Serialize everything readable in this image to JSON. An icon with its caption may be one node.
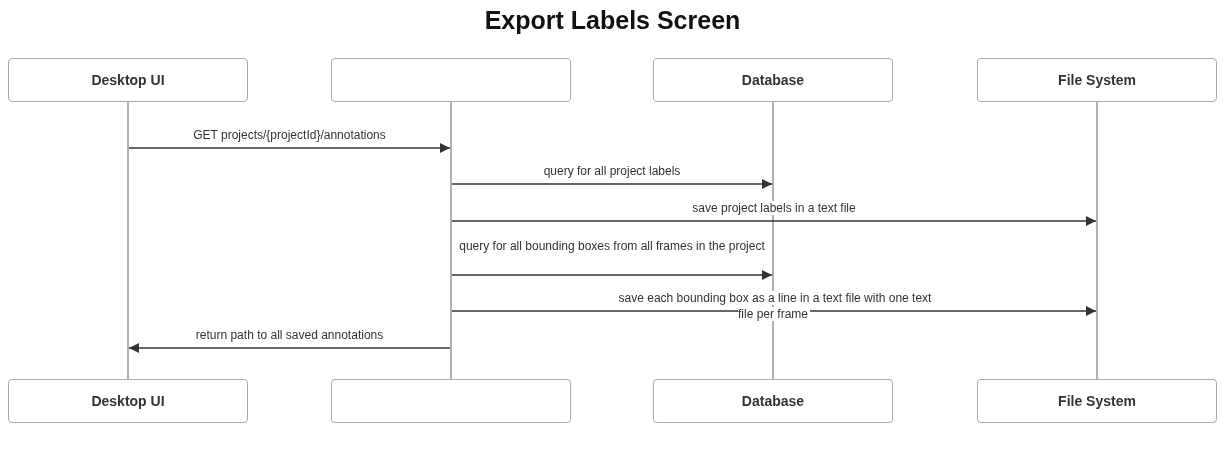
{
  "diagram": {
    "title": "Export Labels Screen",
    "nodes": [
      {
        "text": [
          "Desktop UI"
        ]
      },
      {
        "text": [],
        "shape": "box"
      },
      {
        "text": [
          "Database"
        ]
      },
      {
        "text": [
          "File System"
        ]
      },
      {
        "text": [],
        "shape": "bar"
      },
      {
        "text": [],
        "shape": "bar"
      },
      {
        "text": [],
        "shape": "bar"
      },
      {
        "text": [],
        "shape": "bar"
      },
      {
        "text": [
          "Desktop UI"
        ]
      },
      {
        "text": [],
        "shape": "box"
      },
      {
        "text": [
          "Database"
        ]
      },
      {
        "text": [
          "File System"
        ]
      }
    ],
    "edges": [
      {
        "from": 4,
        "to": 5,
        "arrow": "to",
        "label": "GET projects/{projectId}/annotations"
      },
      {
        "from": 5,
        "to": 6,
        "arrow": "to",
        "label": "query for all project labels"
      },
      {
        "from": 5,
        "to": 7,
        "arrow": "to",
        "label": "save project labels in a text file"
      },
      {
        "from": 5,
        "to": 6,
        "arrow": "to",
        "label": "query for all bounding boxes from all frames in the project"
      },
      {
        "from": 5,
        "to": 7,
        "arrow": "to",
        "label": "save each bounding box as a line in a text file with one text file per frame"
      },
      {
        "from": 5,
        "to": 4,
        "arrow": "to",
        "label": "return path to all saved annotations"
      }
    ]
  }
}
